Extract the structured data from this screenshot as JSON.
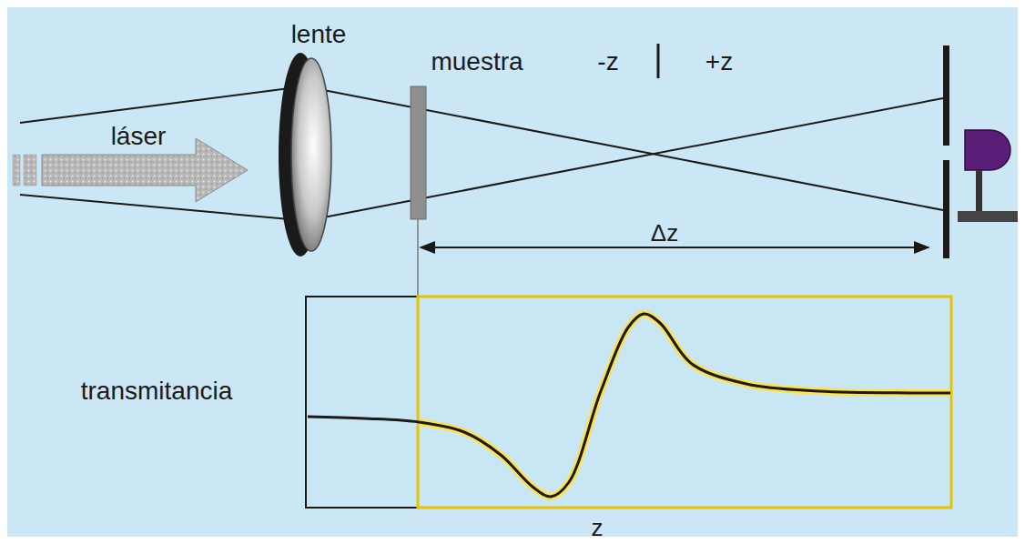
{
  "diagram": {
    "labels": [
      "lente",
      "muestra",
      "-z",
      "+z",
      "láser",
      "Δz",
      "transmitancia",
      "z"
    ]
  }
}
